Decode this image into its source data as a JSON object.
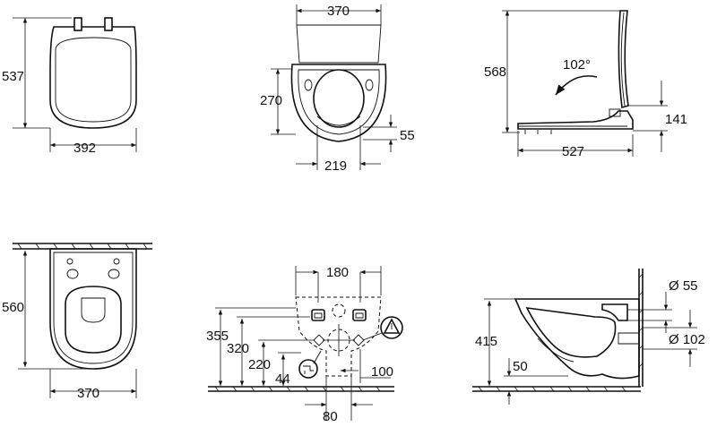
{
  "views": {
    "seat_top": {
      "height_label": "537",
      "width_label": "392"
    },
    "seat_front": {
      "width_label": "370",
      "depth_label": "270",
      "offset_label": "55",
      "hinge_label": "219"
    },
    "seat_side": {
      "height_label": "568",
      "angle_label": "102°",
      "depth_label": "527",
      "rise_label": "141"
    },
    "bowl_top": {
      "length_label": "560",
      "width_label": "370"
    },
    "bowl_rear": {
      "span_label": "180",
      "h1_label": "355",
      "h2_label": "320",
      "h3_label": "220",
      "h4_label": "44",
      "side_label": "100",
      "bottom_label": "80"
    },
    "bowl_side": {
      "height_label": "415",
      "base_label": "50",
      "outlet_label": "Ø 55",
      "inlet_label": "Ø 102"
    }
  }
}
